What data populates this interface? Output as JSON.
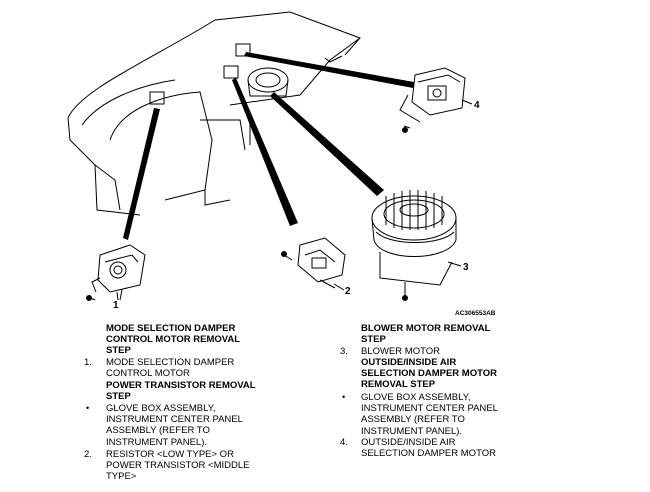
{
  "figure": {
    "callouts": [
      "1",
      "2",
      "3",
      "4"
    ],
    "code": "AC306553AB"
  },
  "left": {
    "heading1": [
      "MODE SELECTION DAMPER",
      "CONTROL MOTOR REMOVAL",
      "STEP"
    ],
    "item1_num": "1.",
    "item1": [
      "MODE SELECTION DAMPER",
      "CONTROL MOTOR"
    ],
    "heading2": [
      "POWER TRANSISTOR REMOVAL",
      "STEP"
    ],
    "bullet": "•",
    "bullet_item": [
      "GLOVE BOX ASSEMBLY,",
      "INSTRUMENT CENTER PANEL",
      "ASSEMBLY (REFER TO",
      "INSTRUMENT PANEL)."
    ],
    "item2_num": "2.",
    "item2": [
      "RESISTOR <LOW TYPE> OR",
      "POWER TRANSISTOR <MIDDLE",
      "TYPE>"
    ]
  },
  "right": {
    "heading1": [
      "BLOWER MOTOR REMOVAL",
      "STEP"
    ],
    "item3_num": "3.",
    "item3": [
      "BLOWER MOTOR"
    ],
    "heading2": [
      "OUTSIDE/INSIDE AIR",
      "SELECTION DAMPER MOTOR",
      "REMOVAL STEP"
    ],
    "bullet": "•",
    "bullet_item": [
      "GLOVE BOX ASSEMBLY,",
      "INSTRUMENT CENTER PANEL",
      "ASSEMBLY (REFER TO",
      "INSTRUMENT PANEL)."
    ],
    "item4_num": "4.",
    "item4": [
      "OUTSIDE/INSIDE AIR",
      "SELECTION DAMPER MOTOR"
    ]
  }
}
